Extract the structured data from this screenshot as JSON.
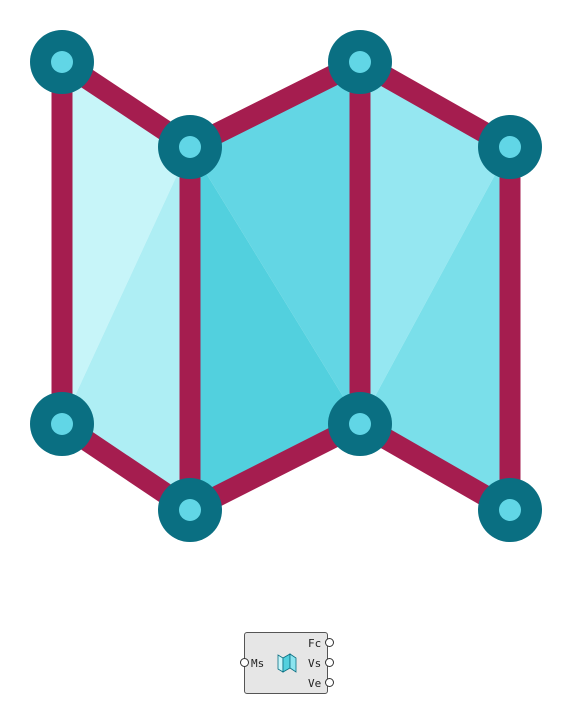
{
  "component": {
    "input_label": "Ms",
    "outputs": [
      "Fc",
      "Vs",
      "Ve"
    ],
    "icon": "folded-mesh-icon"
  },
  "colors": {
    "edge": "#a51d4f",
    "vertex_outer": "#0a6f82",
    "vertex_inner": "#61d6e6",
    "face_light": "#c7f5f9",
    "face_mid": "#5fd5e3",
    "face_dark": "#52d0de",
    "component_bg": "#e6e6e6"
  }
}
